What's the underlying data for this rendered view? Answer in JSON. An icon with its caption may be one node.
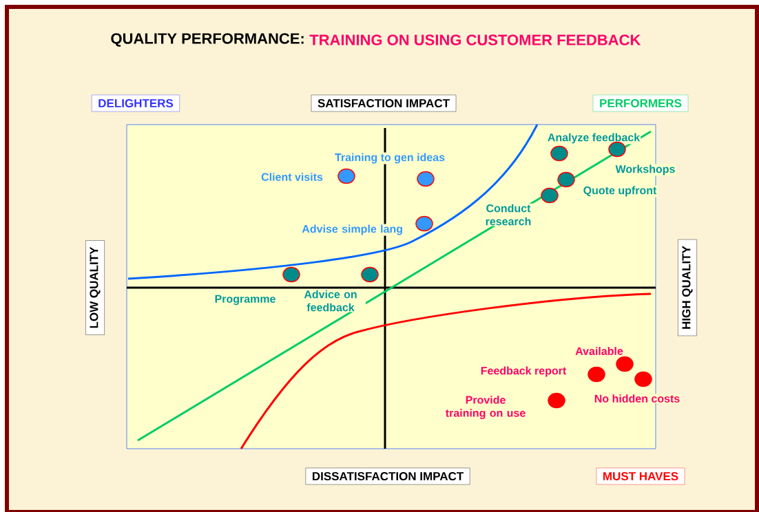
{
  "diagram": {
    "title": "QUALITY PERFORMANCE:",
    "nodes": [
      {
        "text": [
          "DELIGHTERS"
        ]
      },
      {
        "text": [
          "SATISFACTION IMPACT"
        ]
      },
      {
        "text": [
          "PERFORMERS"
        ]
      },
      {
        "text": [],
        "shape": "circle",
        "beside": [
          "Analyze feedback"
        ]
      },
      {
        "text": [],
        "shape": "circle",
        "beside": [
          "Workshops"
        ]
      },
      {
        "text": [],
        "shape": "circle",
        "beside": [
          "Training to gen ideas"
        ]
      },
      {
        "text": [],
        "shape": "circle",
        "beside": [
          "Client visits"
        ]
      },
      {
        "text": [],
        "shape": "circle",
        "beside": [
          "Quote upfront"
        ]
      },
      {
        "text": [],
        "shape": "circle",
        "beside": [
          "Conduct research"
        ]
      },
      {
        "text": [],
        "shape": "circle",
        "beside": [
          "Advise simple lang"
        ]
      },
      {
        "text": [
          "LOW QUALITY"
        ]
      },
      {
        "text": [
          "HIGH QUALITY"
        ]
      },
      {
        "text": [],
        "shape": "circle",
        "beside": [
          "Programme"
        ]
      },
      {
        "text": [],
        "shape": "circle",
        "beside": [
          "Advice on feedback"
        ]
      },
      {
        "text": [],
        "shape": "circle",
        "beside": [
          "Available"
        ]
      },
      {
        "text": [],
        "shape": "circle",
        "beside": [
          "Feedback report"
        ]
      },
      {
        "text": [],
        "shape": "circle",
        "beside": [
          "No hidden costs"
        ]
      },
      {
        "text": [],
        "shape": "circle",
        "beside": [
          "Provide training on use"
        ]
      },
      {
        "text": [
          "DISSATISFACTION IMPACT"
        ]
      },
      {
        "text": [
          "MUST HAVES"
        ]
      }
    ],
    "labels": [
      "TRAINING ON USING CUSTOMER FEEDBACK"
    ]
  }
}
